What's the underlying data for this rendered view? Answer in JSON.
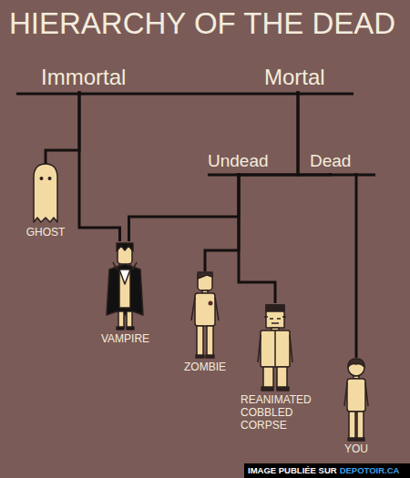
{
  "diagram": {
    "title": "HIERARCHY OF THE DEAD",
    "nodes": [
      {
        "text": [
          "Immortal"
        ]
      },
      {
        "text": [
          "Mortal"
        ]
      },
      {
        "text": [
          "Undead"
        ]
      },
      {
        "text": [
          "Dead"
        ]
      },
      {
        "text": [
          "GHOST"
        ]
      },
      {
        "text": [
          "VAMPIRE"
        ]
      },
      {
        "text": [
          "ZOMBIE"
        ]
      },
      {
        "text": [
          "REANIMATED COBBLED CORPSE"
        ]
      },
      {
        "text": [
          "YOU"
        ]
      }
    ],
    "edges": [
      {
        "from": 0,
        "to": 4,
        "arrow": "none"
      },
      {
        "from": 0,
        "to": 5,
        "arrow": "none"
      },
      {
        "from": 1,
        "to": 2,
        "arrow": "none"
      },
      {
        "from": 1,
        "to": 3,
        "arrow": "none"
      },
      {
        "from": 2,
        "to": 5,
        "arrow": "none"
      },
      {
        "from": 2,
        "to": 6,
        "arrow": "none"
      },
      {
        "from": 2,
        "to": 7,
        "arrow": "none"
      },
      {
        "from": 3,
        "to": 8,
        "arrow": "none"
      }
    ],
    "labels": [
      "IMAGE PUBLIÉE SUR",
      "DEPOTOIR.CA"
    ]
  }
}
